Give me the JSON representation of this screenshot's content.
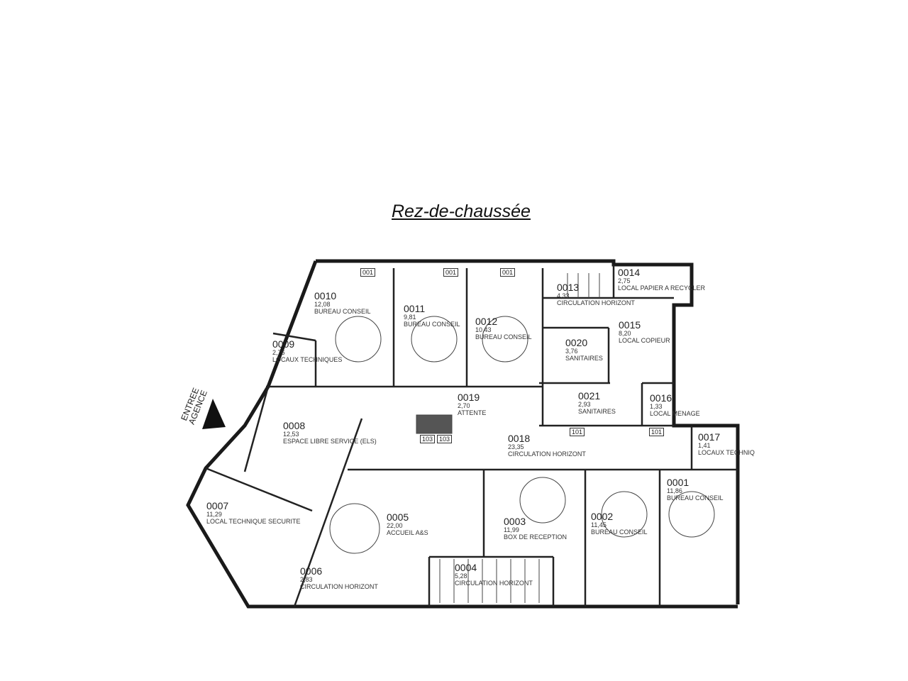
{
  "title": "Rez-de-chaussée",
  "entrance_label": [
    "ENTREE",
    "AGENCE"
  ],
  "door_tags": [
    "001",
    "001",
    "001",
    "103",
    "103",
    "101",
    "101"
  ],
  "colors": {
    "wall": "#1a1a1a",
    "line": "#333333",
    "background": "#ffffff"
  },
  "rooms": [
    {
      "number": "0010",
      "area": "12,08",
      "name": "BUREAU CONSEIL"
    },
    {
      "number": "0011",
      "area": "9,81",
      "name": "BUREAU CONSEIL"
    },
    {
      "number": "0012",
      "area": "10,43",
      "name": "BUREAU CONSEIL"
    },
    {
      "number": "0009",
      "area": "2,76",
      "name": "LOCAUX TECHNIQUES"
    },
    {
      "number": "0013",
      "area": "4,33",
      "name": "CIRCULATION HORIZONT"
    },
    {
      "number": "0014",
      "area": "2,75",
      "name": "LOCAL PAPIER A RECYCLER"
    },
    {
      "number": "0015",
      "area": "8,20",
      "name": "LOCAL COPIEUR"
    },
    {
      "number": "0020",
      "area": "3,76",
      "name": "SANITAIRES"
    },
    {
      "number": "0021",
      "area": "2,93",
      "name": "SANITAIRES"
    },
    {
      "number": "0016",
      "area": "1,33",
      "name": "LOCAL MENAGE"
    },
    {
      "number": "0019",
      "area": "2,70",
      "name": "ATTENTE"
    },
    {
      "number": "0008",
      "area": "12,53",
      "name": "ESPACE LIBRE SERVICE (ELS)"
    },
    {
      "number": "0018",
      "area": "23,35",
      "name": "CIRCULATION HORIZONT"
    },
    {
      "number": "0017",
      "area": "1,41",
      "name": "LOCAUX TECHNIQ"
    },
    {
      "number": "0001",
      "area": "11,86",
      "name": "BUREAU CONSEIL"
    },
    {
      "number": "0002",
      "area": "11,45",
      "name": "BUREAU CONSEIL"
    },
    {
      "number": "0003",
      "area": "11,99",
      "name": "BOX DE RECEPTION"
    },
    {
      "number": "0005",
      "area": "22,00",
      "name": "ACCUEIL A&S"
    },
    {
      "number": "0007",
      "area": "11,29",
      "name": "LOCAL TECHNIQUE SECURITE"
    },
    {
      "number": "0006",
      "area": "2,83",
      "name": "CIRCULATION HORIZONT"
    },
    {
      "number": "0004",
      "area": "5,28",
      "name": "CIRCULATION HORIZONT"
    }
  ]
}
